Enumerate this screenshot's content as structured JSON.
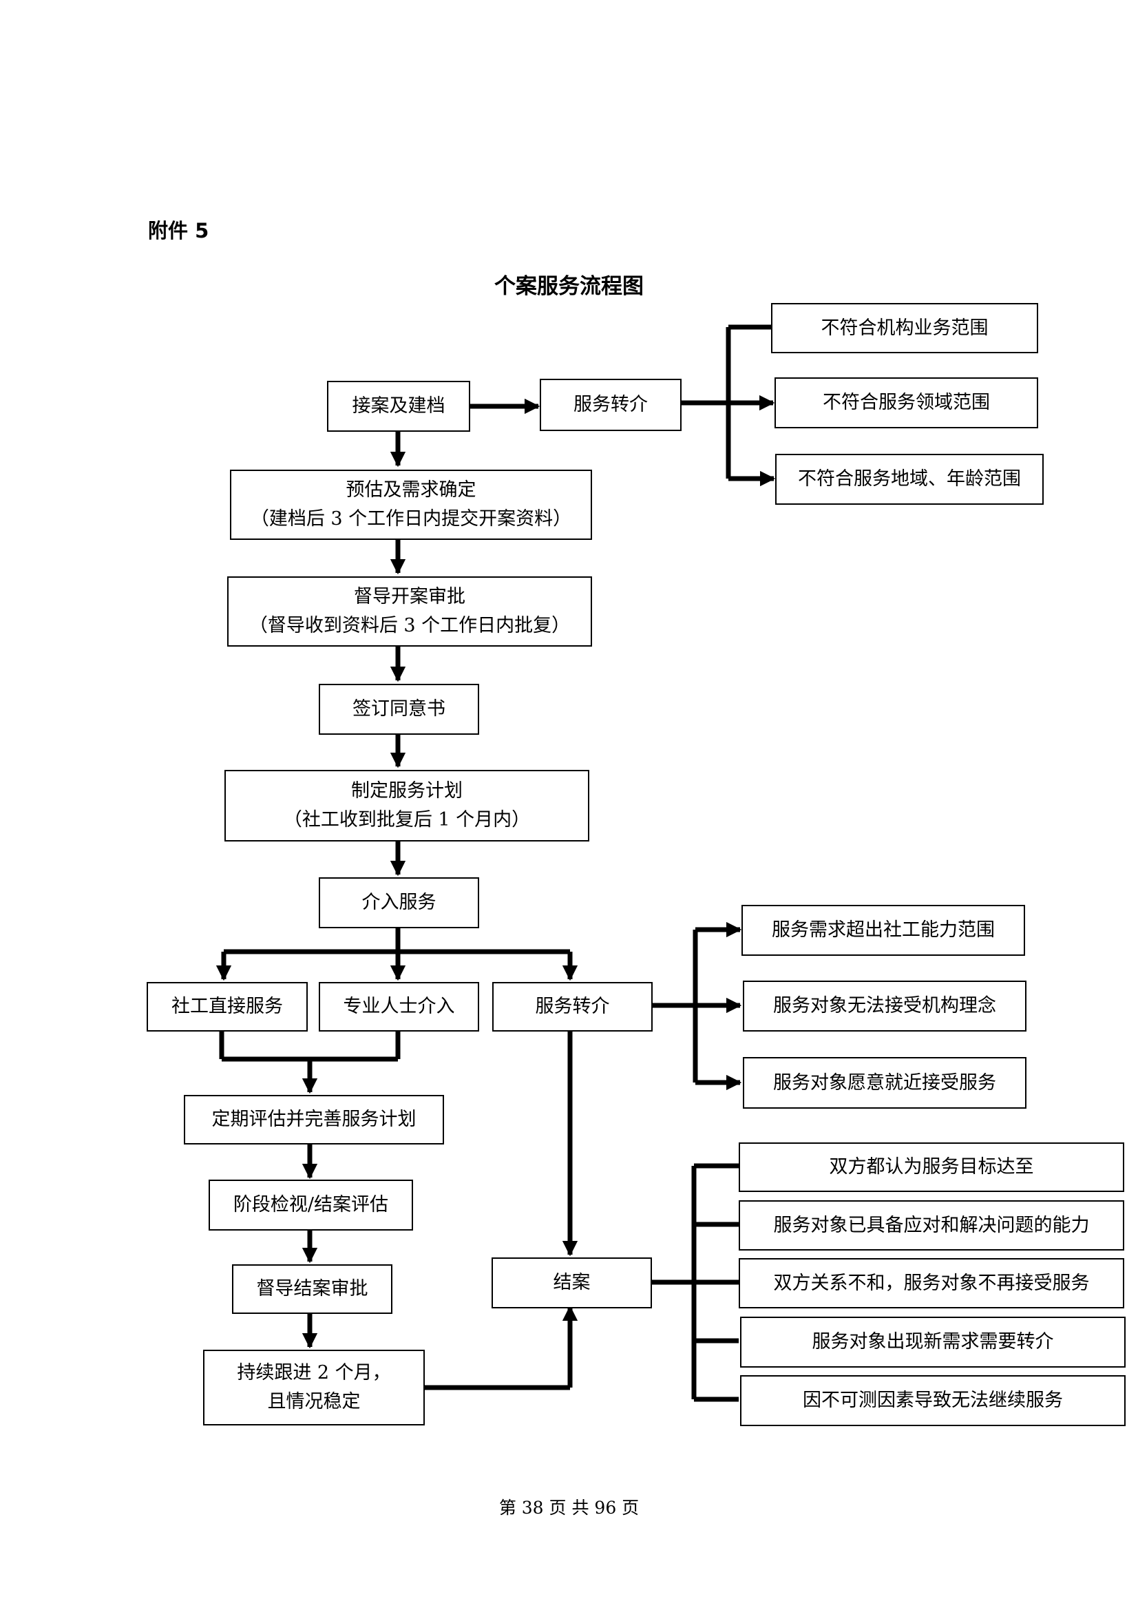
{
  "attachment_label": "附件 5",
  "title": "个案服务流程图",
  "footer": "第 38 页 共 96 页",
  "nodes": {
    "intake": "接案及建档",
    "referral_top": "服务转介",
    "reason_top_1": "不符合机构业务范围",
    "reason_top_2": "不符合服务领域范围",
    "reason_top_3": "不符合服务地域、年龄范围",
    "assess_line1": "预估及需求确定",
    "assess_line2": "（建档后 3 个工作日内提交开案资料）",
    "approve_line1": "督导开案审批",
    "approve_line2": "（督导收到资料后 3 个工作日内批复）",
    "consent": "签订同意书",
    "plan_line1": "制定服务计划",
    "plan_line2": "（社工收到批复后 1 个月内）",
    "intervene": "介入服务",
    "direct_service": "社工直接服务",
    "professional": "专业人士介入",
    "referral_mid": "服务转介",
    "reason_mid_1": "服务需求超出社工能力范围",
    "reason_mid_2": "服务对象无法接受机构理念",
    "reason_mid_3": "服务对象愿意就近接受服务",
    "review_plan": "定期评估并完善服务计划",
    "stage_review": "阶段检视/结案评估",
    "close_approve": "督导结案审批",
    "followup_line1": "持续跟进 2 个月，",
    "followup_line2": "且情况稳定",
    "close": "结案",
    "close_reason_1": "双方都认为服务目标达至",
    "close_reason_2": "服务对象已具备应对和解决问题的能力",
    "close_reason_3": "双方关系不和，服务对象不再接受服务",
    "close_reason_4": "服务对象出现新需求需要转介",
    "close_reason_5": "因不可测因素导致无法继续服务"
  }
}
